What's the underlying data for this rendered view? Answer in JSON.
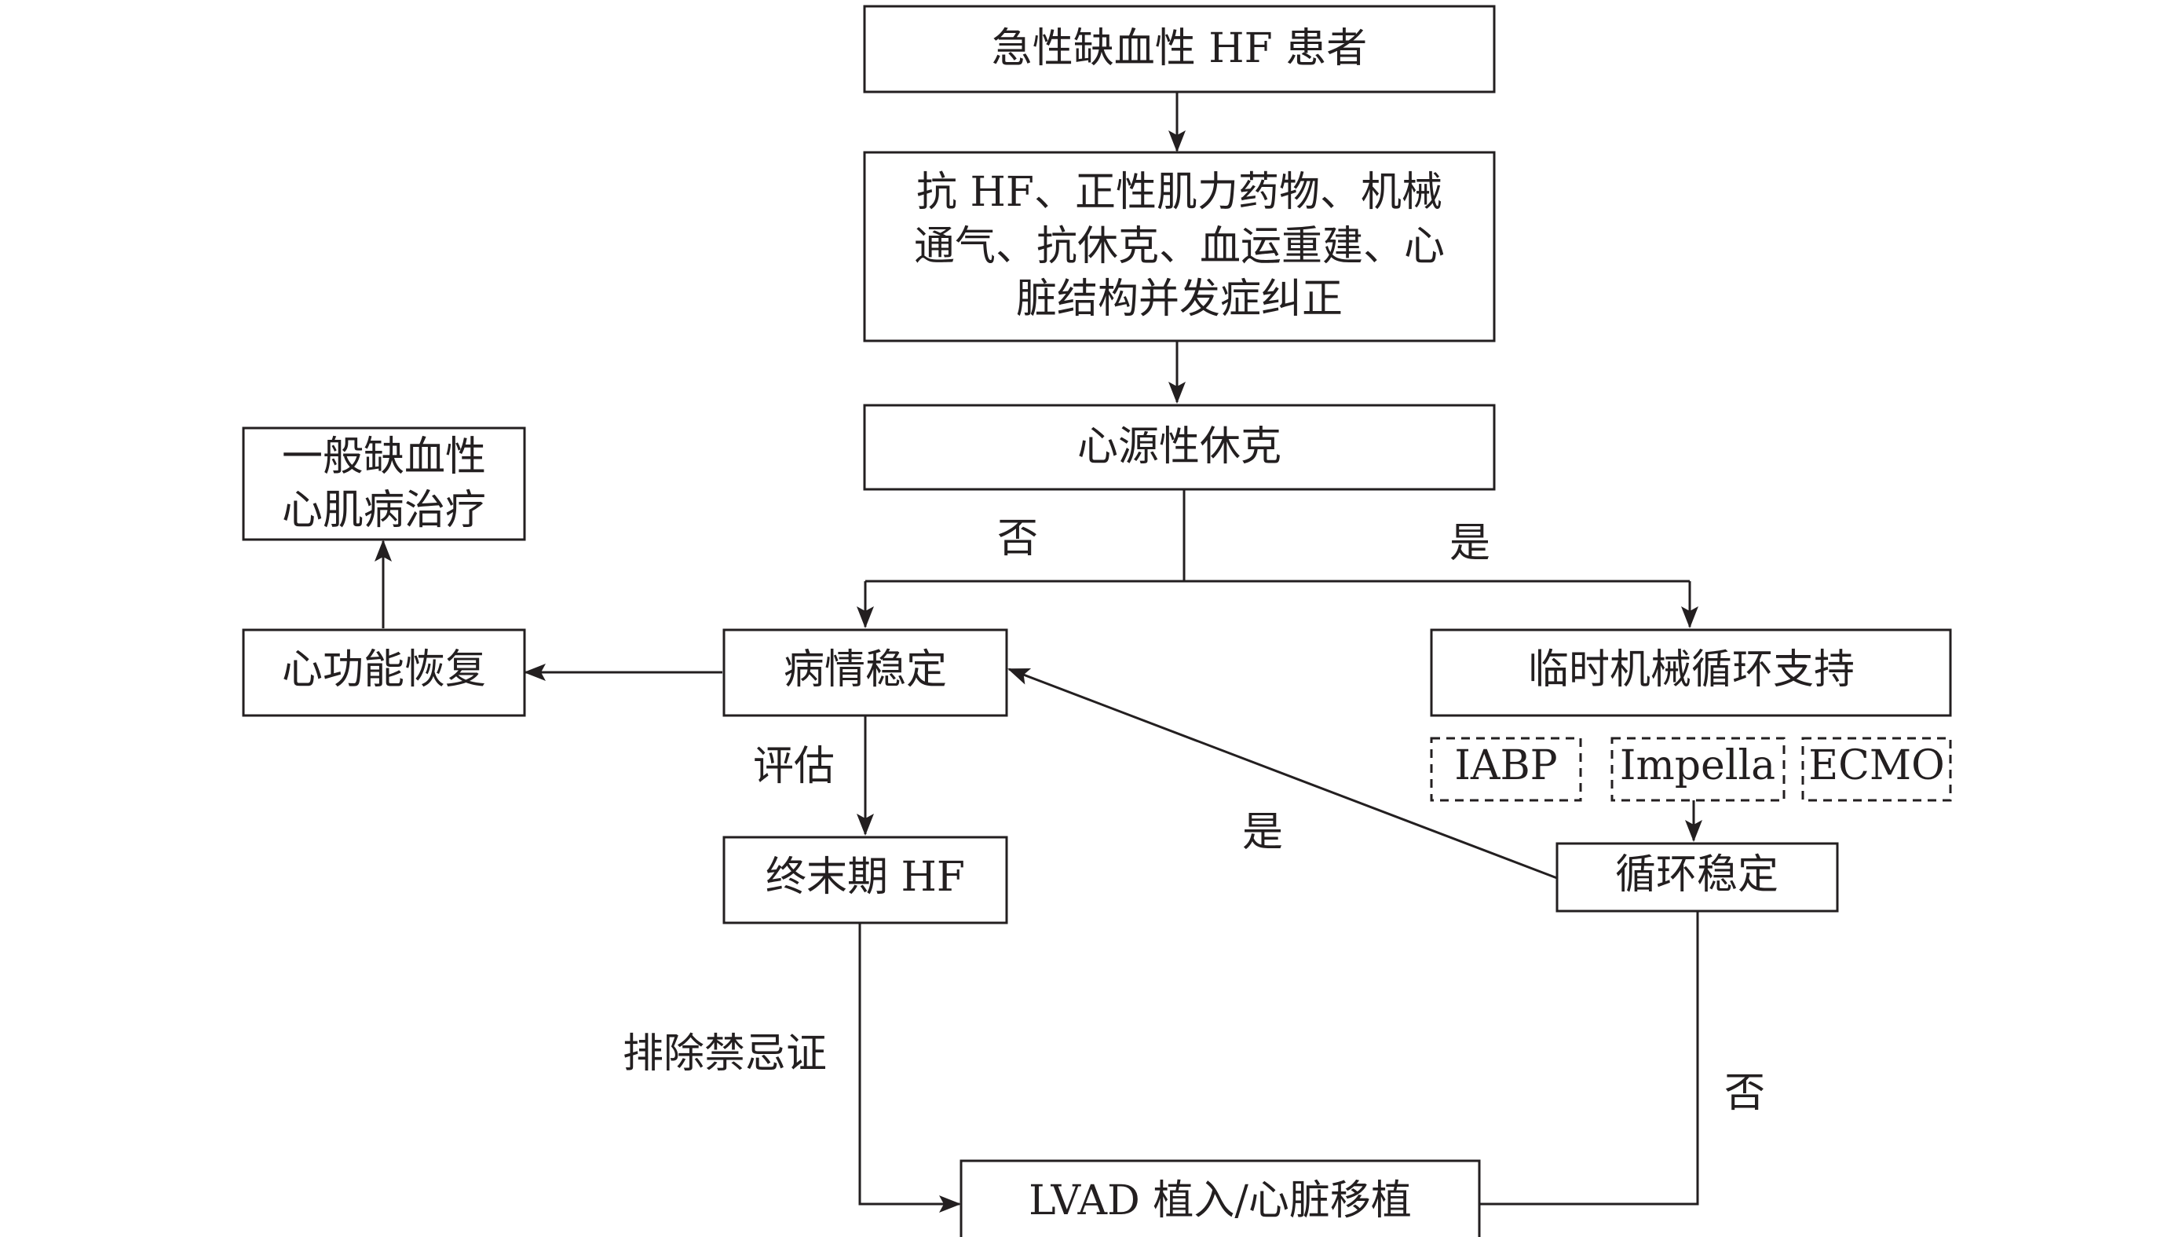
{
  "nodes": {
    "acute_ischemic_hf": "急性缺血性 HF 患者",
    "initial_treatment": [
      "抗 HF、正性肌力药物、机械",
      "通气、抗休克、血运重建、心",
      "脏结构并发症纠正"
    ],
    "cardiogenic_shock": "心源性休克",
    "general_treatment": [
      "一般缺血性",
      "心肌病治疗"
    ],
    "function_recovery": "心功能恢复",
    "condition_stable": "病情稳定",
    "temporary_mcs": "临时机械循环支持",
    "iabp": "IABP",
    "impella": "Impella",
    "ecmo": "ECMO",
    "end_stage_hf": "终末期 HF",
    "circulation_stable": "循环稳定",
    "lvad_transplant": "LVAD 植入/心脏移植"
  },
  "edge_labels": {
    "shock_no": "否",
    "shock_yes": "是",
    "evaluate": "评估",
    "circulation_yes": "是",
    "exclude_contraindications": "排除禁忌证",
    "circulation_no": "否"
  },
  "colors": {
    "line": "#231f20",
    "background": "#ffffff"
  }
}
